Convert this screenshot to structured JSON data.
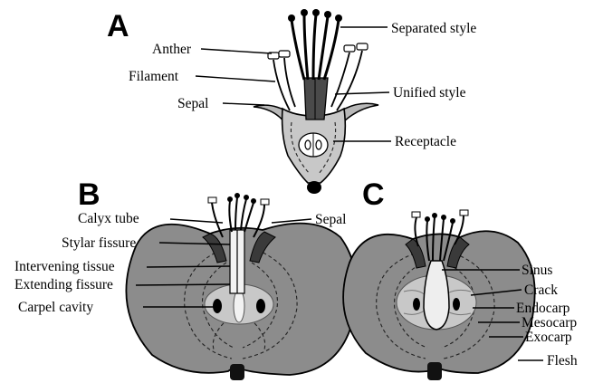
{
  "panels": {
    "a": {
      "letter": "A",
      "labels": {
        "anther": "Anther",
        "filament": "Filament",
        "sepal": "Sepal",
        "separated_style": "Separated style",
        "unified_style": "Unified style",
        "receptacle": "Receptacle"
      }
    },
    "b": {
      "letter": "B",
      "labels": {
        "calyx_tube": "Calyx tube",
        "sepal": "Sepal",
        "stylar_fissure": "Stylar fissure",
        "intervening_tissue": "Intervening tissue",
        "extending_fissure": "Extending fissure",
        "carpel_cavity": "Carpel cavity"
      }
    },
    "c": {
      "letter": "C",
      "labels": {
        "sinus": "Sinus",
        "crack": "Crack",
        "endocarp": "Endocarp",
        "mesocarp": "Mesocarp",
        "exocarp": "Exocarp",
        "flesh": "Flesh"
      }
    }
  },
  "colors": {
    "flesh": "#8c8c8c",
    "tissue_light": "#c8c8c8",
    "style_dark": "#4a4a4a",
    "outline": "#000000"
  }
}
